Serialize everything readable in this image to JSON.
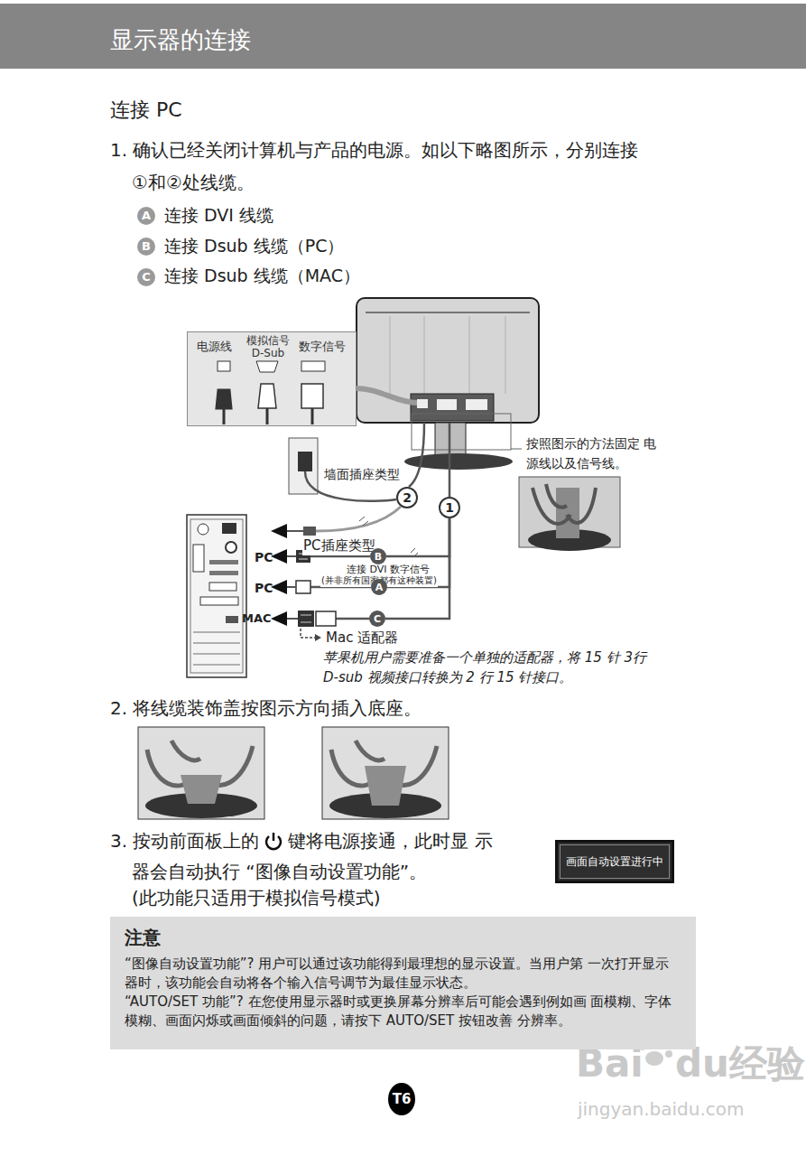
{
  "diagram": {
    "title": "显示器的连接",
    "nodes": [
      {
        "text": [
          "电源线",
          "模拟信号 D-Sub",
          "数字信号"
        ]
      },
      {
        "text": [
          "2"
        ]
      },
      {
        "text": [
          "1"
        ]
      },
      {
        "text": [
          "B"
        ]
      },
      {
        "text": [
          "A"
        ]
      },
      {
        "text": [
          "C"
        ]
      },
      {
        "text": [
          "画面自动设置进行中"
        ]
      },
      {
        "text": [
          "注意",
          "“图像自动设置功能”? 用户可以通过该功能得到最理想的显示设置。当用户第 一次打开显示器时，该功能会自动将各个输入信号调节为最佳显示状态。",
          "“AUTO/SET 功能”? 在您使用显示器时或更换屏幕分辨率后可能会遇到例如画 面模糊、字体模糊、画面闪烁或画面倾斜的问题，请按下 AUTO/SET 按钮改善 分辨率。"
        ]
      },
      {
        "text": [
          "T6"
        ]
      }
    ],
    "edges": [
      {
        "from": 2,
        "to": 3,
        "arrow": "none"
      },
      {
        "from": 2,
        "to": 4,
        "arrow": "none"
      },
      {
        "from": 2,
        "to": 5,
        "arrow": "none"
      }
    ],
    "labels": [
      "连接 PC",
      "1. 确认已经关闭计算机与产品的电源。如以下略图所示，分别连接 ①和②处线缆。",
      "A",
      "连接 DVI 线缆",
      "B",
      "连接 Dsub 线缆（PC）",
      "C",
      "连接 Dsub 线缆（MAC）",
      "墙面插座类型",
      "PC插座类型",
      "连接 DVI 数字信号",
      "(并非所有国家都有这种装置)",
      "PC",
      "PC",
      "MAC",
      "按照图示的方法固定 电源线以及信号线。",
      "Mac 适配器",
      "苹果机用户需要准备一个单独的适配器，将 15 针 3行 D-sub 视频接口转换为 2 行 15 针接口。",
      "2. 将线缆装饰盖按图示方向插入底座。",
      "3. 按动前面板上的",
      "键将电源接通，此时显 示器会自动执行 “图像自动设置功能”。",
      "(此功能只适用于模拟信号模式)",
      "Bai",
      "du经验",
      "jingyan.baidu.com"
    ]
  }
}
